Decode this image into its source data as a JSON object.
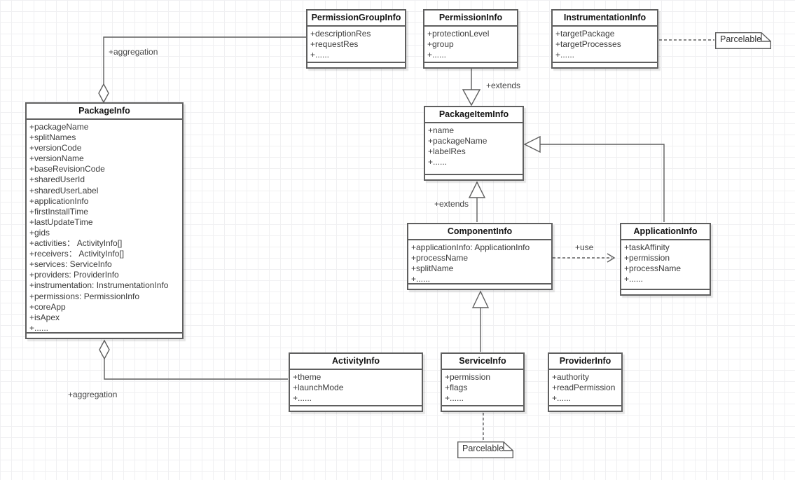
{
  "canvas": {
    "background": "#ffffff",
    "grid_color": "#f0f0f2",
    "stroke_color": "#5f5f5f",
    "shadow_color": "#d9d9d9"
  },
  "classes": [
    {
      "id": "permission-group-info",
      "name": "PermissionGroupInfo",
      "attributes": [
        "+descriptionRes",
        "+requestRes",
        "+......"
      ]
    },
    {
      "id": "permission-info",
      "name": "PermissionInfo",
      "attributes": [
        "+protectionLevel",
        "+group",
        "+......"
      ]
    },
    {
      "id": "instrumentation-info",
      "name": "InstrumentationInfo",
      "attributes": [
        "+targetPackage",
        "+targetProcesses",
        "+......"
      ]
    },
    {
      "id": "package-info",
      "name": "PackageInfo",
      "attributes": [
        "+packageName",
        "+splitNames",
        "+versionCode",
        "+versionName",
        "+baseRevisionCode",
        "+sharedUserId",
        "+sharedUserLabel",
        "+applicationInfo",
        "+firstInstallTime",
        "+lastUpdateTime",
        "+gids",
        "+activities： ActivityInfo[]",
        "+receivers： ActivityInfo[]",
        "+services: ServiceInfo",
        "+providers: ProviderInfo",
        "+instrumentation: InstrumentationInfo",
        "+permissions: PermissionInfo",
        "+coreApp",
        "+isApex",
        "+......"
      ]
    },
    {
      "id": "package-item-info",
      "name": "PackageItemInfo",
      "attributes": [
        "+name",
        "+packageName",
        "+labelRes",
        "+......"
      ]
    },
    {
      "id": "component-info",
      "name": "ComponentInfo",
      "attributes": [
        "+applicationInfo: ApplicationInfo",
        "+processName",
        "+splitName",
        "+......"
      ]
    },
    {
      "id": "application-info",
      "name": "ApplicationInfo",
      "attributes": [
        "+taskAffinity",
        "+permission",
        "+processName",
        "+......"
      ]
    },
    {
      "id": "activity-info",
      "name": "ActivityInfo",
      "attributes": [
        "+theme",
        "+launchMode",
        "+......"
      ]
    },
    {
      "id": "service-info",
      "name": "ServiceInfo",
      "attributes": [
        "+permission",
        "+flags",
        "+......"
      ]
    },
    {
      "id": "provider-info",
      "name": "ProviderInfo",
      "attributes": [
        "+authority",
        "+readPermission",
        "+......"
      ]
    }
  ],
  "notes": {
    "top": {
      "text": "Parcelable"
    },
    "bottom": {
      "text": "Parcelable"
    }
  },
  "edge_labels": {
    "aggregation_top": "+aggregation",
    "extends_top": "+extends",
    "extends_mid": "+extends",
    "use": "+use",
    "aggregation_bottom": "+aggregation"
  }
}
